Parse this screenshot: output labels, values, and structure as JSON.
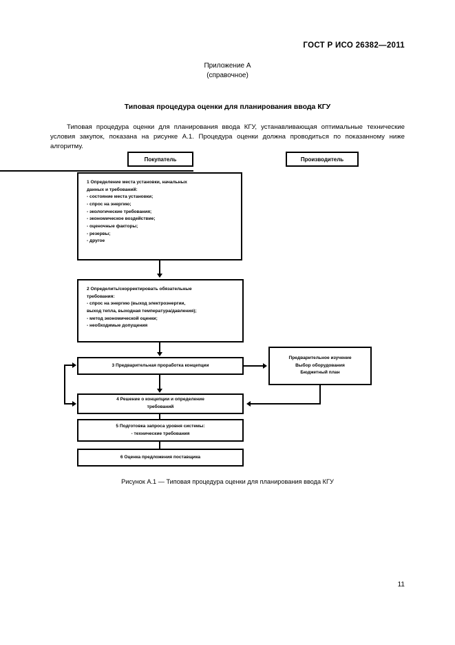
{
  "document": {
    "standard_header": "ГОСТ Р ИСО 26382—2011",
    "page_number": "11",
    "annex_label": "Приложение А",
    "annex_kind": "(справочное)",
    "section_title": "Типовая процедура оценки для планирования ввода КГУ",
    "intro_paragraph": "Типовая процедура оценки для планирования ввода КГУ, устанавливающая оптимальные технические условия закупок, показана на рисунке А.1. Процедура оценки должна проводиться по показанному ниже алгоритму.",
    "figure_caption": "Рисунок А.1 — Типовая процедура оценки для планирования ввода КГУ"
  },
  "flowchart": {
    "roles": {
      "buyer": "Покупатель",
      "manufacturer": "Производитель"
    },
    "nodes": {
      "step1": {
        "lines": [
          "1 Определение места установки, начальных",
          "данных и требований:",
          "- состояние места установки;",
          "- спрос на энергию;",
          "- экологические требования;",
          "- экономическое воздействие;",
          "- оценочные факторы;",
          "- резервы;",
          "- другое"
        ]
      },
      "step2": {
        "lines": [
          "2 Определить/скорректировать обязательные",
          "требования:",
          "- спрос на энергию (выход электроэнергии,",
          "выход тепла, выходная температура/давления);",
          "- метод экономической оценки;",
          "- необходимые допущения"
        ]
      },
      "step3": {
        "lines": [
          "3 Предварительная проработка концепции"
        ]
      },
      "step4": {
        "lines": [
          "4 Решение о концепции и определение",
          "требований"
        ]
      },
      "step5": {
        "lines": [
          "5 Подготовка запроса уровня системы:",
          "- технические требования"
        ]
      },
      "step6": {
        "lines": [
          "6 Оценка предложения поставщика"
        ]
      },
      "manufacturer_box": {
        "lines": [
          "Предварительное изучение",
          "Выбор оборудования",
          "Бюджетный план"
        ]
      }
    }
  }
}
